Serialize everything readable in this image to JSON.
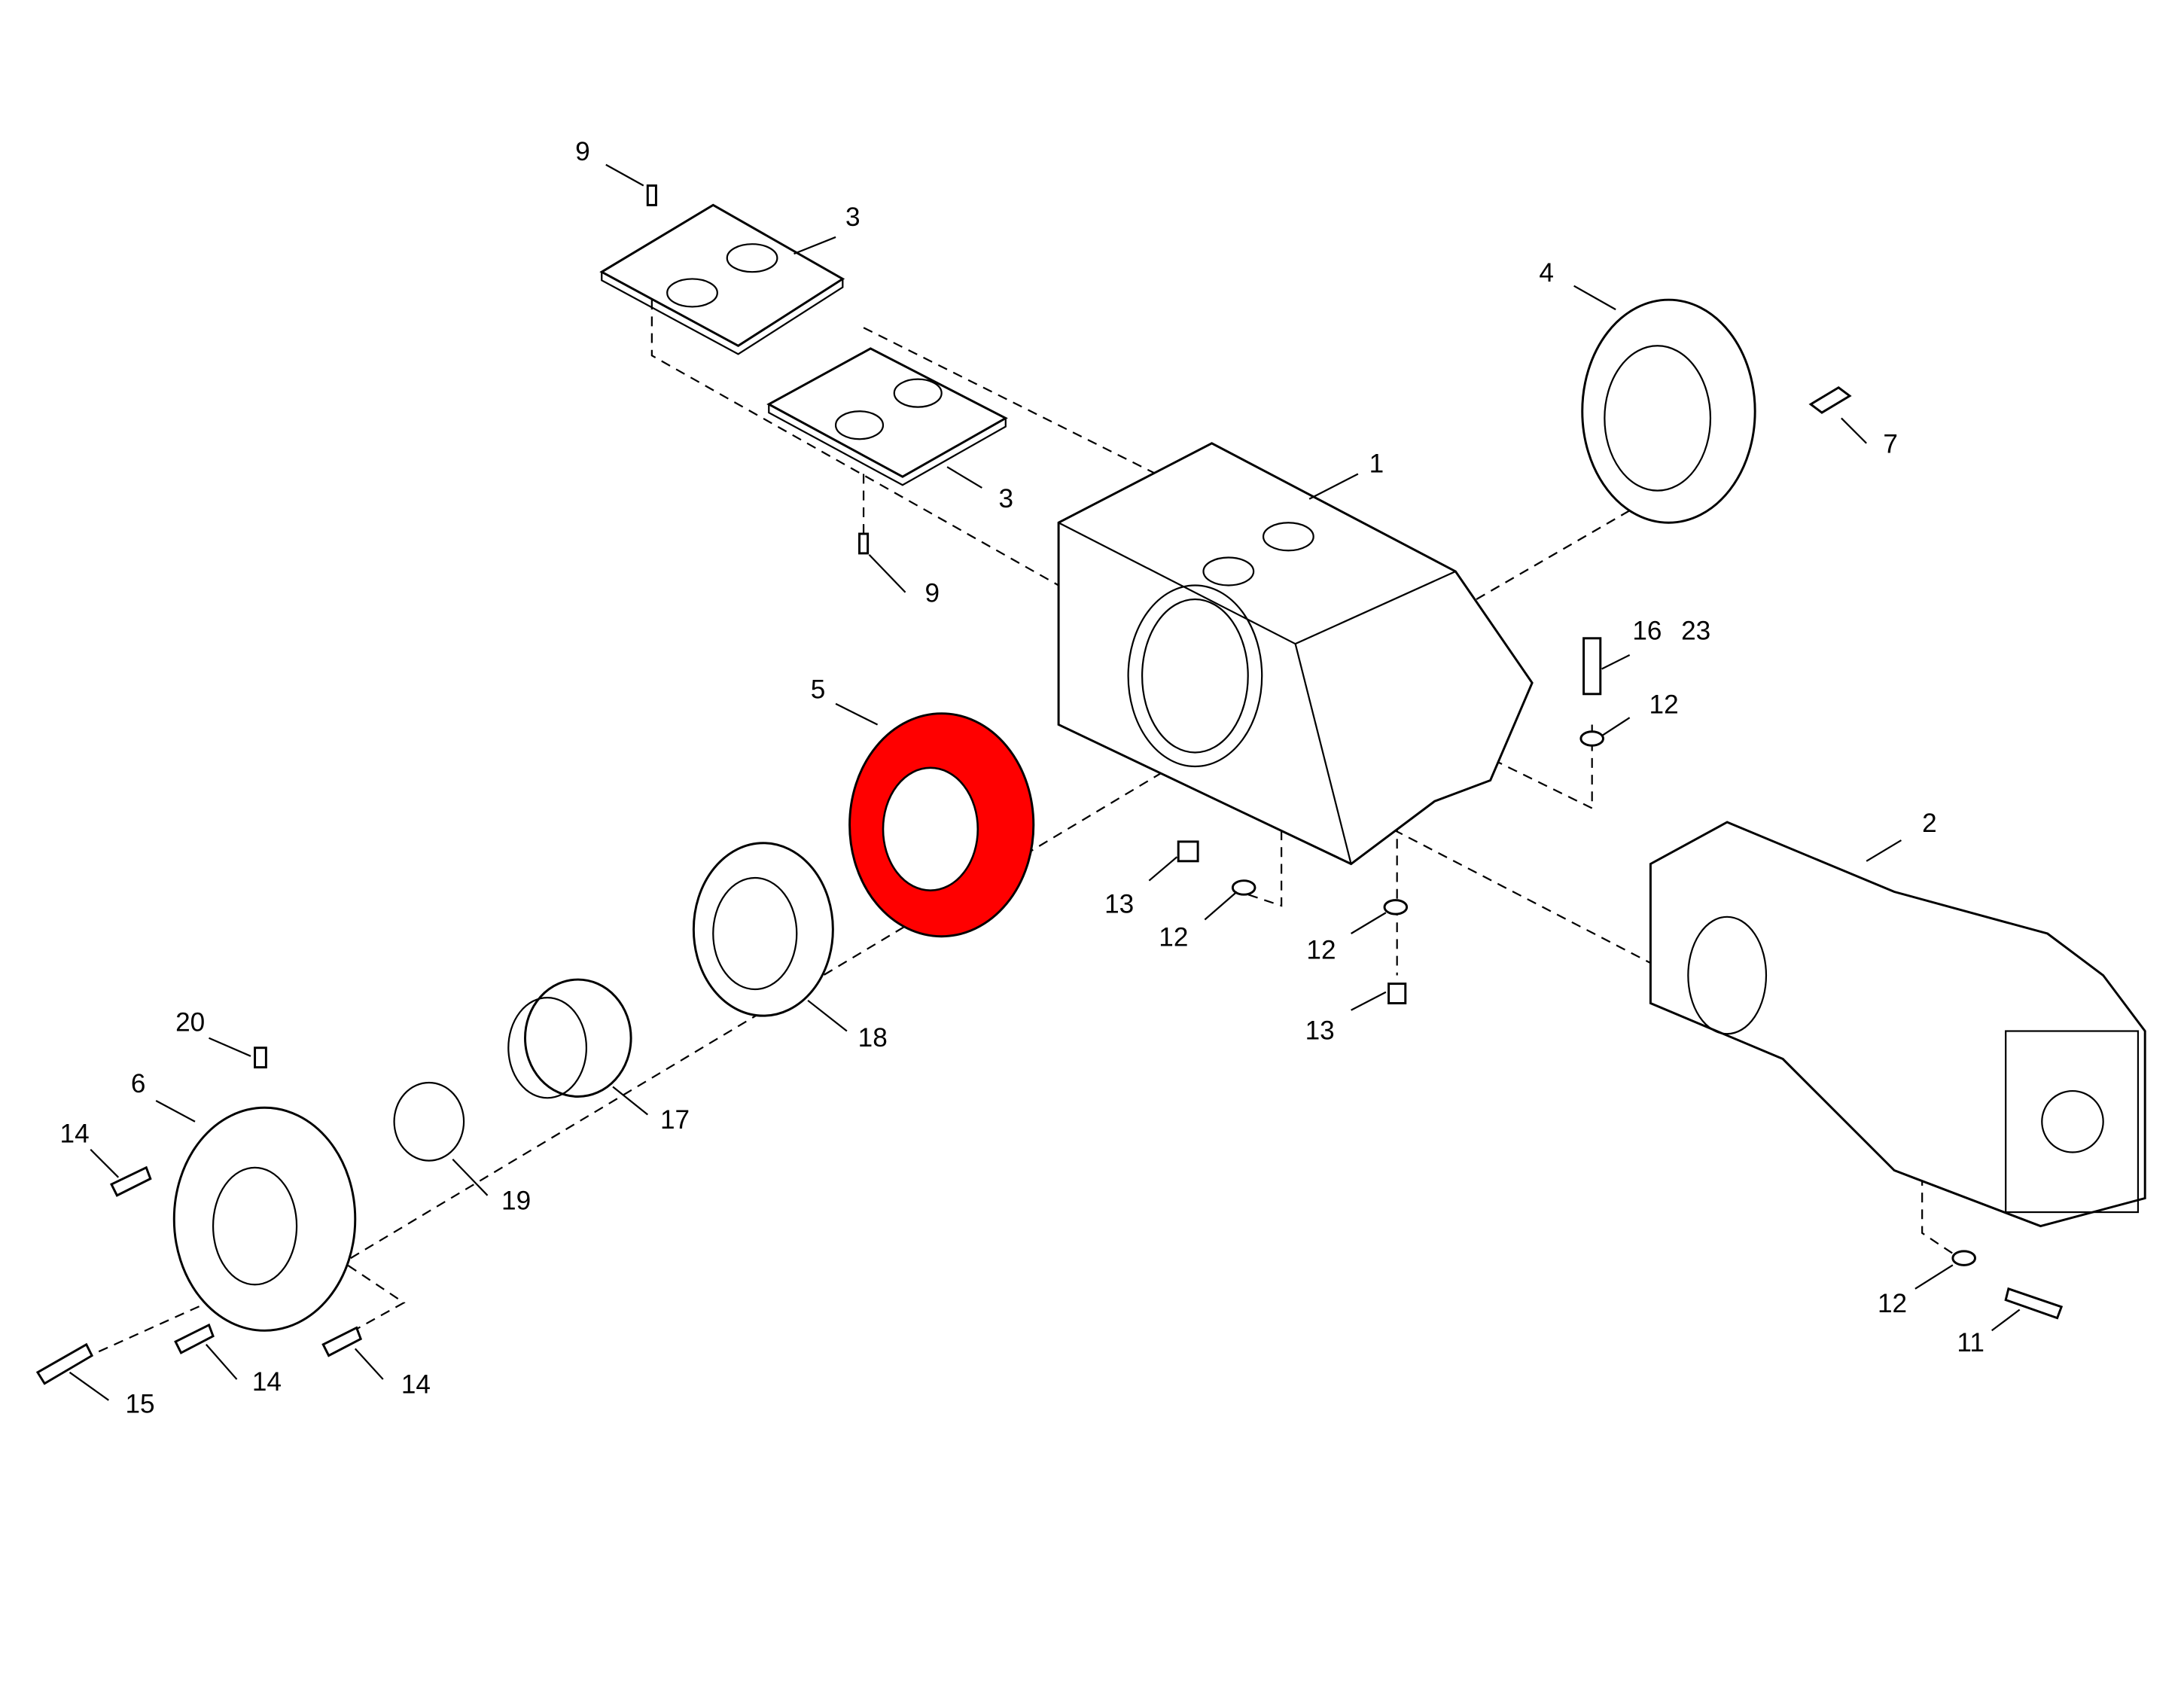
{
  "diagram": {
    "title": "Exploded parts diagram",
    "highlight_color": "#ff0000",
    "highlighted_part": "5",
    "callouts": [
      "9",
      "3",
      "3",
      "9",
      "4",
      "7",
      "1",
      "16",
      "23",
      "12",
      "5",
      "2",
      "13",
      "12",
      "12",
      "13",
      "18",
      "20",
      "6",
      "14",
      "17",
      "19",
      "15",
      "14",
      "14",
      "12",
      "11"
    ]
  }
}
